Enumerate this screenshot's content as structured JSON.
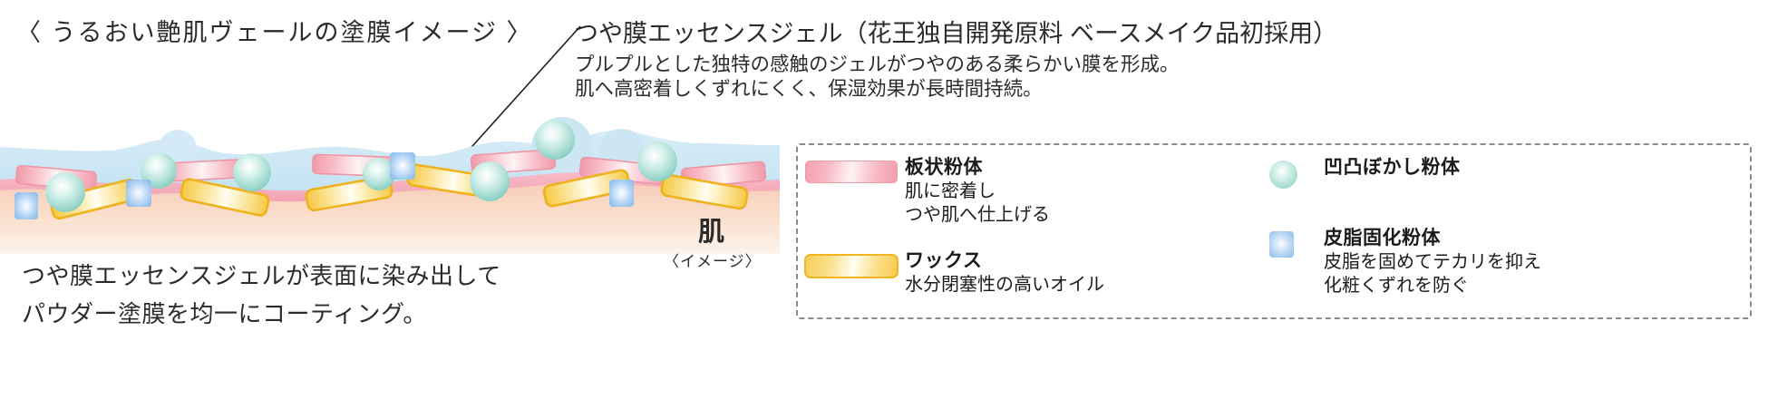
{
  "section_title": "〈 うるおい艶肌ヴェールの塗膜イメージ 〉",
  "callout": {
    "headline": "つや膜エッセンスジェル（花王独自開発原料 ベースメイク品初採用）",
    "lines": [
      "プルプルとした独特の感触のジェルがつやのある柔らかい膜を形成。",
      "肌へ高密着しくずれにくく、保湿効果が長時間持続。"
    ]
  },
  "diagram": {
    "skin_label": "肌",
    "image_note": "〈イメージ〉",
    "colors": {
      "gel_layer": "#cfe8f5",
      "skin_top": "#f7d5c8",
      "skin_bottom": "#fdf0e6",
      "plate_powder": "#f4a0ae",
      "wax": "#f7cf57",
      "blur_powder": "#aee0d6",
      "sebum_powder": "#a8cdf0"
    }
  },
  "bottom_caption": [
    "つや膜エッセンスジェルが表面に染み出して",
    "パウダー塗膜を均一にコーティング。"
  ],
  "legend": {
    "left": [
      {
        "swatch": "plate",
        "title": "板状粉体",
        "desc": [
          "肌に密着し",
          "つや肌へ仕上げる"
        ]
      },
      {
        "swatch": "wax",
        "title": "ワックス",
        "desc": [
          "水分閉塞性の高いオイル"
        ]
      }
    ],
    "right": [
      {
        "swatch": "sphere",
        "title": "凹凸ぼかし粉体",
        "desc": []
      },
      {
        "swatch": "square",
        "title": "皮脂固化粉体",
        "desc": [
          "皮脂を固めてテカリを抑え",
          "化粧くずれを防ぐ"
        ]
      }
    ]
  }
}
